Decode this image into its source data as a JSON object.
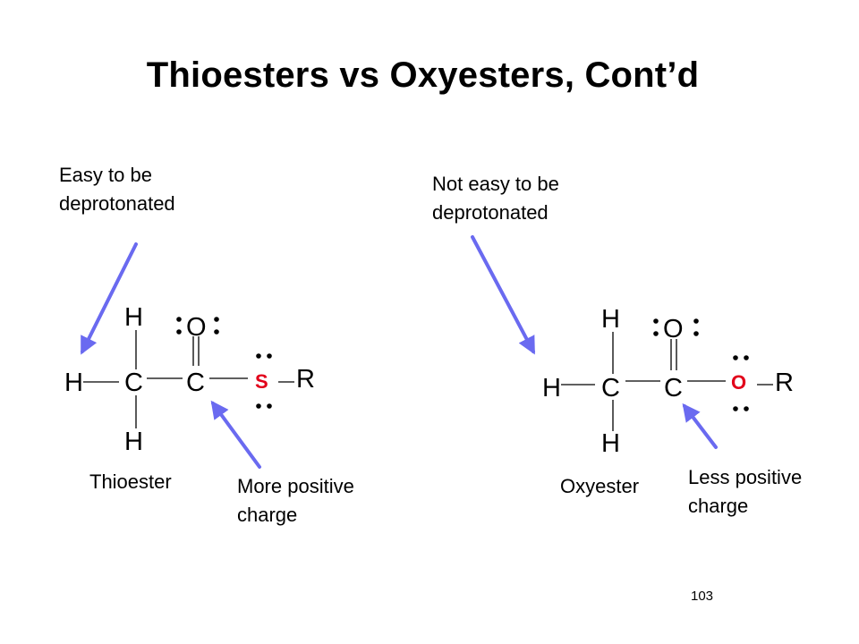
{
  "slide": {
    "title": "Thioesters vs Oxyesters, Cont’d",
    "page_number": "103"
  },
  "thioester": {
    "name": "Thioester",
    "deprotonation_note": "Easy to be\ndeprotonated",
    "charge_note": "More positive\ncharge",
    "atoms": {
      "h_top": "H",
      "h_left": "H",
      "h_bottom": "H",
      "c_alpha": "C",
      "c_carbonyl": "C",
      "o_carbonyl": "O",
      "heteroatom": "S",
      "r_group": "R"
    }
  },
  "oxyester": {
    "name": "Oxyester",
    "deprotonation_note": "Not easy to be\ndeprotonated",
    "charge_note": "Less positive\ncharge",
    "atoms": {
      "h_top": "H",
      "h_left": "H",
      "h_bottom": "H",
      "c_alpha": "C",
      "c_carbonyl": "C",
      "o_carbonyl": "O",
      "heteroatom": "O",
      "r_group": "R"
    }
  },
  "colors": {
    "arrow": "#6a6af0",
    "heteroatom": "#e2001a",
    "text": "#000000"
  }
}
